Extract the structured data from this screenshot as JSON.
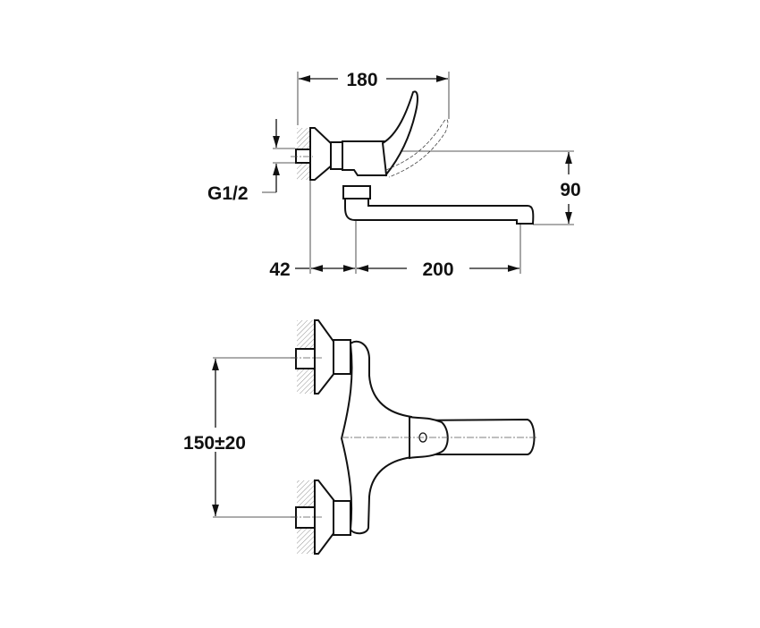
{
  "title": "Wall-mounted single-lever mixer tap dimension drawing",
  "side_view": {
    "dim_overall_length": "180",
    "dim_connection": "G1/2",
    "dim_spout_height": "90",
    "dim_wall_to_spout": "42",
    "dim_spout_reach": "200"
  },
  "top_view": {
    "dim_connection_spacing": "150±20"
  },
  "colors": {
    "line": "#111111",
    "background": "#ffffff"
  }
}
